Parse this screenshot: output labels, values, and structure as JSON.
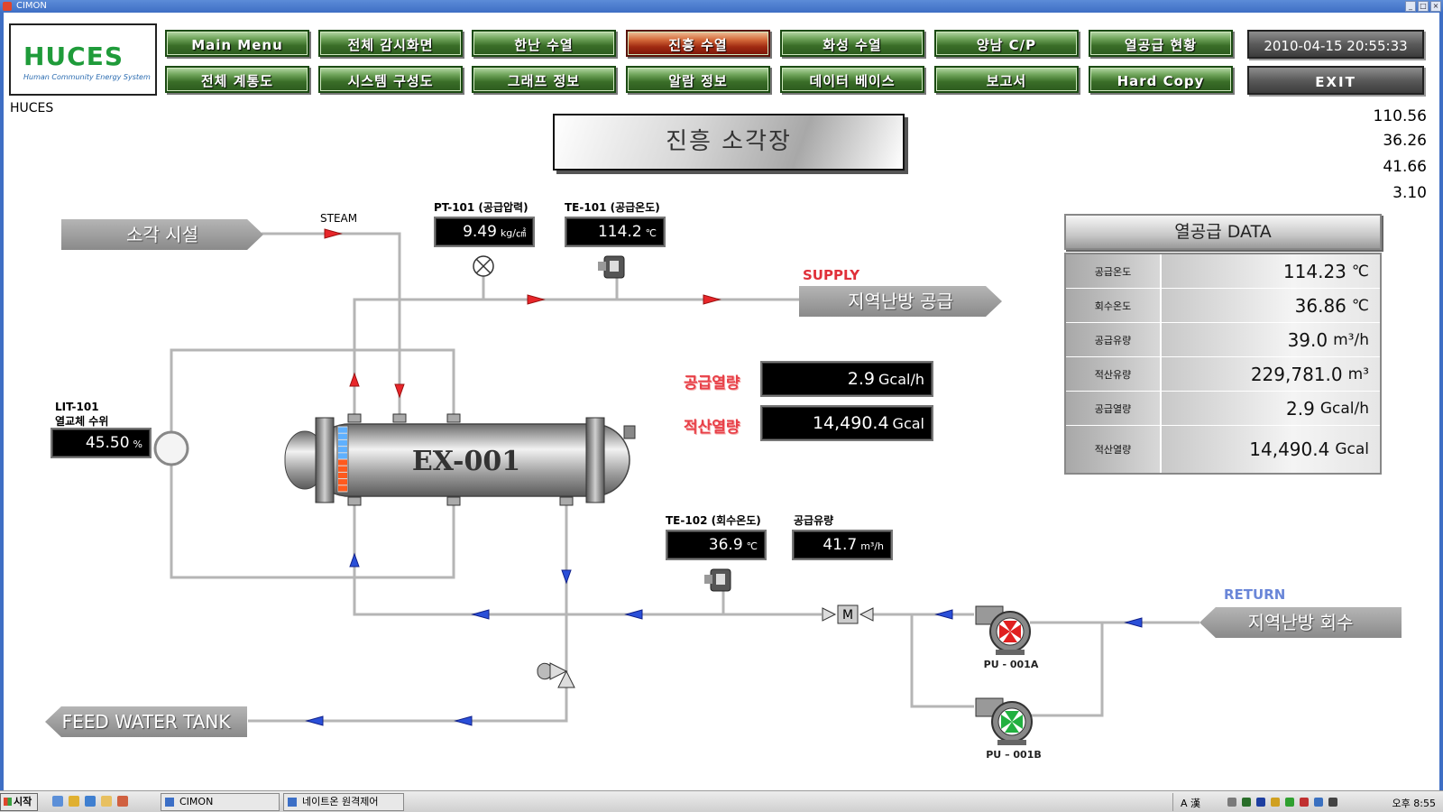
{
  "window": {
    "title": "CIMON"
  },
  "logo": {
    "mark": "HUCES",
    "subtitle": "Human Community Energy System"
  },
  "system_label": "HUCES",
  "nav": {
    "row1": [
      "Main Menu",
      "전체 감시화면",
      "한난 수열",
      "진흥 수열",
      "화성 수열",
      "양남 C/P",
      "열공급 현황"
    ],
    "row2": [
      "전체 계통도",
      "시스템 구성도",
      "그래프 정보",
      "알람 정보",
      "데이터 베이스",
      "보고서",
      "Hard Copy"
    ],
    "active": "진흥 수열",
    "datetime": "2010-04-15 20:55:33",
    "exit": "EXIT"
  },
  "right_values": [
    "110.56",
    "36.26",
    "41.66",
    "3.10"
  ],
  "page_title": "진흥 소각장",
  "tags": {
    "incinerator": "소각 시설",
    "supply_dest": "지역난방 공급",
    "return_src": "지역난방 회수",
    "feed_tank": "FEED WATER TANK"
  },
  "labels": {
    "steam": "STEAM",
    "supply": "SUPPLY",
    "return": "RETURN",
    "pump_a": "PU - 001A",
    "pump_b": "PU – 001B",
    "exchanger": "EX-001",
    "motor": "M"
  },
  "instruments": {
    "pt101": {
      "label": "PT-101 (공급압력)",
      "value": "9.49",
      "unit": "kg/㎠"
    },
    "te101": {
      "label": "TE-101 (공급온도)",
      "value": "114.2",
      "unit": "℃"
    },
    "te102": {
      "label": "TE-102 (회수온도)",
      "value": "36.9",
      "unit": "℃"
    },
    "flow": {
      "label": "공급유량",
      "value": "41.7",
      "unit": "m³/h"
    },
    "lit101": {
      "label1": "LIT-101",
      "label2": "열교체 수위",
      "value": "45.50",
      "unit": "%"
    }
  },
  "heat": {
    "supply_label": "공급열량",
    "supply_value": "2.9",
    "supply_unit": "Gcal/h",
    "total_label": "적산열량",
    "total_value": "14,490.4",
    "total_unit": "Gcal"
  },
  "data_table": {
    "title": "열공급 DATA",
    "rows": [
      {
        "key": "공급온도",
        "value": "114.23",
        "unit": "℃"
      },
      {
        "key": "회수온도",
        "value": "36.86",
        "unit": "℃"
      },
      {
        "key": "공급유량",
        "value": "39.0",
        "unit": "m³/h"
      },
      {
        "key": "적산유량",
        "value": "229,781.0",
        "unit": "m³"
      },
      {
        "key": "공급열량",
        "value": "2.9",
        "unit": "Gcal/h"
      },
      {
        "key": "적산열량",
        "value": "14,490.4",
        "unit": "Gcal"
      }
    ]
  },
  "taskbar": {
    "start": "시작",
    "tasks": [
      "CIMON",
      "네이트온 원격제어"
    ],
    "ime": "A 漢",
    "clock": "오후 8:55"
  },
  "colors": {
    "supply_arrow": "#e8262a",
    "return_arrow": "#2a4fd8",
    "pipe": "#b8b8b8"
  }
}
